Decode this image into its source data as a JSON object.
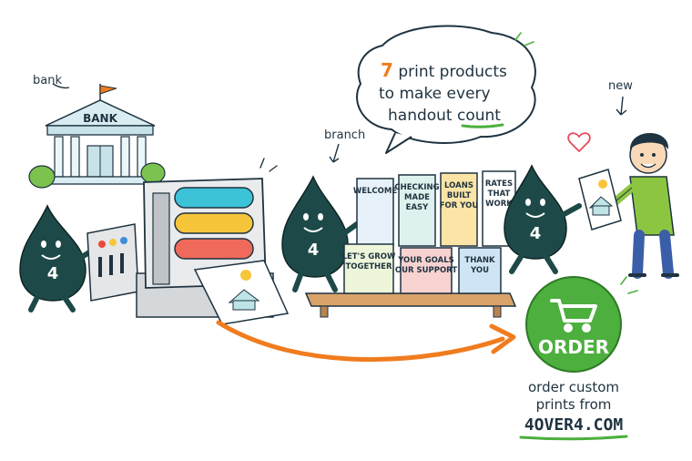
{
  "labels": {
    "bank": "bank",
    "branch": "branch",
    "new": "new"
  },
  "bank_sign": "BANK",
  "bubble": {
    "number": "7",
    "line1_rest": " print products",
    "line2": "to make every",
    "line3_a": "handout ",
    "line3_b": "count"
  },
  "mascot_number": "4",
  "cards_top": [
    {
      "lines": [
        "WELCOME"
      ],
      "color": "#e6f1fa"
    },
    {
      "lines": [
        "CHECKING",
        "MADE",
        "EASY"
      ],
      "color": "#dff1ee"
    },
    {
      "lines": [
        "LOANS",
        "BUILT",
        "FOR YOU"
      ],
      "color": "#fbe4a6"
    },
    {
      "lines": [
        "RATES",
        "THAT",
        "WORK"
      ],
      "color": "#ffffff"
    }
  ],
  "cards_bottom": [
    {
      "lines": [
        "LET'S GROW",
        "TOGETHER"
      ],
      "color": "#eef6da"
    },
    {
      "lines": [
        "YOUR GOALS",
        "OUR SUPPORT"
      ],
      "color": "#f7d2d0"
    },
    {
      "lines": [
        "THANK",
        "YOU"
      ],
      "color": "#cfe4f5"
    }
  ],
  "order": {
    "button": "ORDER",
    "caption1": "order custom",
    "caption2": "prints from",
    "site": "4OVER4.COM"
  },
  "colors": {
    "mascot": "#1d4a48",
    "order_green": "#4caf3e",
    "arrow": "#f07c1e",
    "ink": "#1f3340",
    "roller_cyan": "#3cc3d8",
    "roller_yellow": "#f6c53a",
    "roller_red": "#ef6a5a"
  }
}
